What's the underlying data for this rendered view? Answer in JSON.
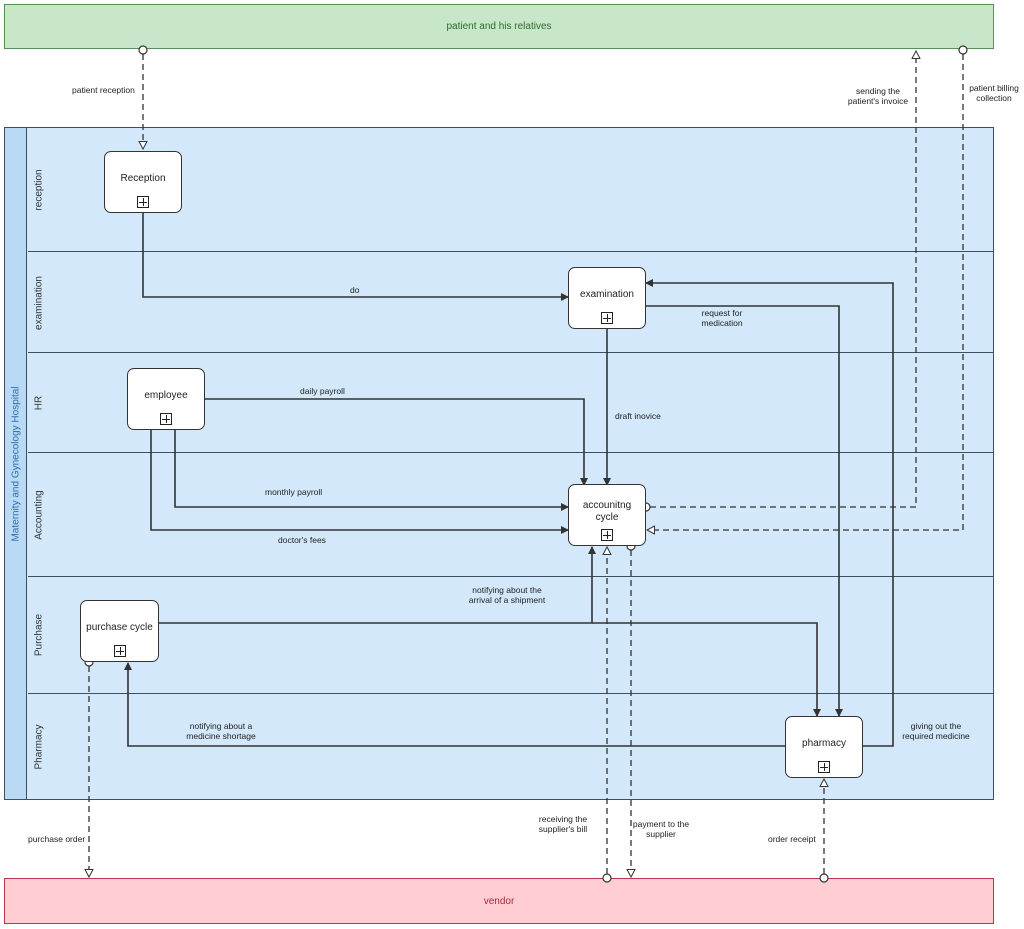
{
  "pools": {
    "top": "patient and his relatives",
    "bottom": "vendor",
    "main": "Maternity and Gynecology Hospital"
  },
  "lanes": [
    "reception",
    "examination",
    "HR",
    "Accounting",
    "Purchase",
    "Pharmacy"
  ],
  "tasks": {
    "reception": "Reception",
    "examination": "examination",
    "employee": "employee",
    "accounting": "accounitng cycle",
    "purchase": "purchase cycle",
    "pharmacy": "pharmacy"
  },
  "flows": {
    "patient_reception": "patient reception",
    "do": "do",
    "request_for_medication": "request for medication",
    "daily_payroll": "daily payroll",
    "draft_invoice": "draft inovice",
    "monthly_payroll": "monthly payroll",
    "doctors_fees": "doctor's fees",
    "notifying_shipment": "notifying about the arrival of a shipment",
    "notifying_shortage": "notifying about a medicine shortage",
    "giving_out_medicine": "giving out the required medicine",
    "sending_invoice": "sending the patient's invoice",
    "patient_billing": "patient billing collection",
    "purchase_order": "purchase order",
    "receiving_bill": "receiving the supplier's bill",
    "payment_supplier": "payment to the supplier",
    "order_receipt": "order receipt"
  },
  "colors": {
    "patient_pool": "#c8e6c9",
    "vendor_pool": "#ffcdd2",
    "hospital_pool": "#d3e8fa",
    "line": "#333333"
  }
}
